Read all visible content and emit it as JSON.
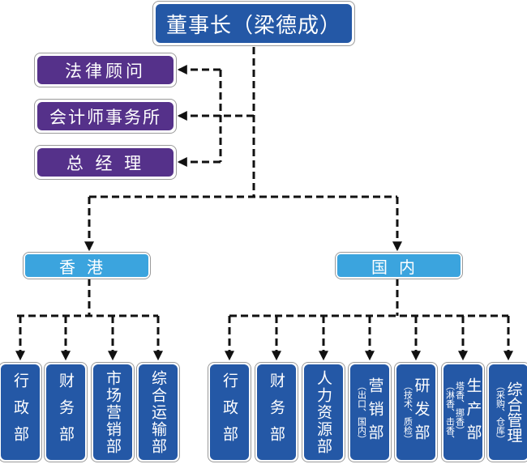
{
  "chairman": "董事长（梁德成）",
  "advisors": [
    "法律顾问",
    "会计师事务所",
    "总 经 理"
  ],
  "regions": [
    {
      "name": "香港",
      "departments": [
        {
          "name": "行政部"
        },
        {
          "name": "财务部"
        },
        {
          "name": "市场营销部"
        },
        {
          "name": "综合运输部"
        }
      ]
    },
    {
      "name": "国内",
      "departments": [
        {
          "name": "行政部"
        },
        {
          "name": "财务部"
        },
        {
          "name": "人力资源部"
        },
        {
          "name": "营销部",
          "note": "（出口、国内）"
        },
        {
          "name": "研发部",
          "note": "（技术、质检）"
        },
        {
          "name": "生产部",
          "note": "（淋香、击香、",
          "note2": "塔香、挪香）"
        },
        {
          "name": "综合管理",
          "note": "（采购、仓库）"
        }
      ]
    }
  ],
  "colors": {
    "chairman": "#2458a6",
    "advisor": "#55318a",
    "region": "#3ba4de",
    "department": "#2458a6",
    "connector": "#111111"
  }
}
